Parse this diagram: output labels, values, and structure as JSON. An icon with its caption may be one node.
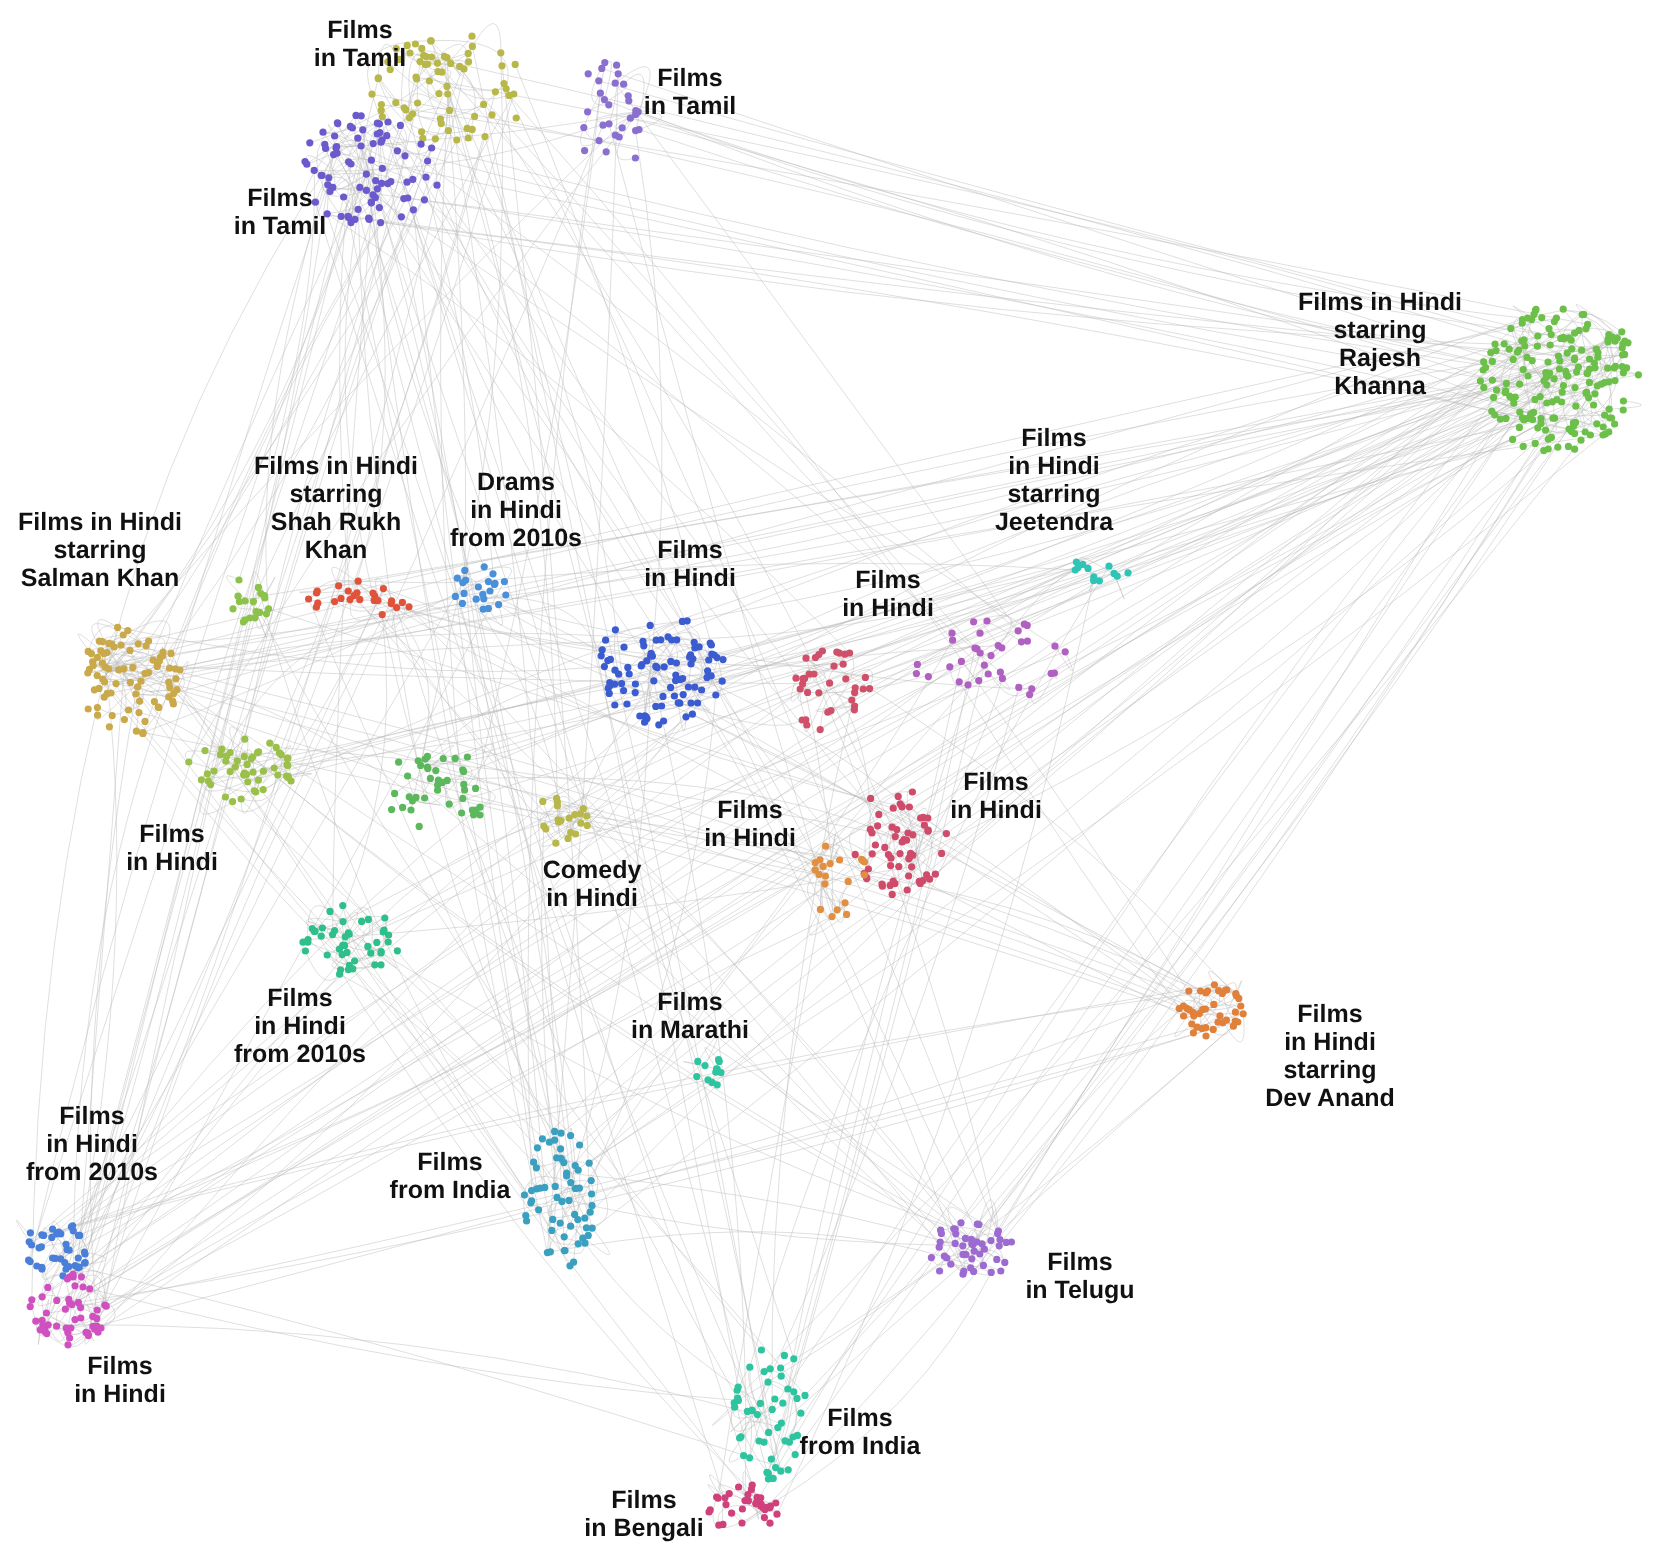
{
  "diagram": {
    "labels": [
      "Films in Tamil",
      "Films in Tamil",
      "Films in Tamil",
      "Films in Hindi starring Rajesh Khanna",
      "Films in Hindi starring Jeetendra",
      "Films in Hindi starring Shah Rukh Khan",
      "Drams in Hindi from 2010s",
      "Films in Hindi starring Salman Khan",
      "Films in Hindi",
      "Films in Hindi",
      "Films in Hindi",
      "Films in Hindi",
      "Films in Hindi",
      "Comedy in Hindi",
      "Films in Hindi from 2010s",
      "Films in Marathi",
      "Films in Hindi starring Dev Anand",
      "Films in Hindi from 2010s",
      "Films from India",
      "Films in Telugu",
      "Films in Hindi",
      "Films from India",
      "Films in Bengali"
    ]
  }
}
